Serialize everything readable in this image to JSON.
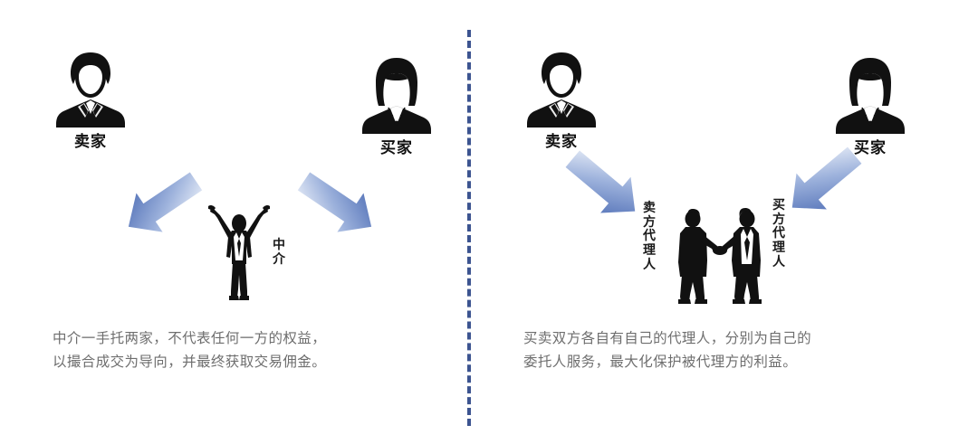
{
  "diagram": {
    "divider": {
      "style": "dashed-vertical",
      "color": "#3c5490"
    },
    "panels": [
      {
        "id": "left",
        "name": "intermediary-model",
        "seller": {
          "label": "卖家",
          "icon": "male-person-icon"
        },
        "buyer": {
          "label": "买家",
          "icon": "female-person-icon"
        },
        "center_figure": {
          "icon": "person-arms-raised-icon",
          "label": "中介",
          "label_chars": [
            "中",
            "介"
          ]
        },
        "arrows": [
          {
            "name": "arrow-to-seller",
            "direction": "up-left",
            "color_from": "#e9eef8",
            "color_to": "#4a6cb5"
          },
          {
            "name": "arrow-to-buyer",
            "direction": "up-right",
            "color_from": "#e9eef8",
            "color_to": "#4a6cb5"
          }
        ],
        "caption": "中介一手托两家，不代表任何一方的权益，\n以撮合成交为导向，并最终获取交易佣金。"
      },
      {
        "id": "right",
        "name": "dual-agency-model",
        "seller": {
          "label": "卖家",
          "icon": "male-person-icon"
        },
        "buyer": {
          "label": "买家",
          "icon": "female-person-icon"
        },
        "center_figure": {
          "icon": "handshake-two-businessmen-icon",
          "left_label": "卖方代理人",
          "left_label_chars": [
            "卖",
            "方",
            "代",
            "理",
            "人"
          ],
          "right_label": "买方代理人",
          "right_label_chars": [
            "买",
            "方",
            "代",
            "理",
            "人"
          ]
        },
        "arrows": [
          {
            "name": "arrow-from-seller",
            "direction": "down-right",
            "color_from": "#e9eef8",
            "color_to": "#4a6cb5"
          },
          {
            "name": "arrow-from-buyer",
            "direction": "down-left",
            "color_from": "#e9eef8",
            "color_to": "#4a6cb5"
          }
        ],
        "caption": "买卖双方各自有自己的代理人，分别为自己的\n委托人服务，最大化保护被代理方的利益。"
      }
    ],
    "colors": {
      "arrow_dark": "#4a6cb5",
      "arrow_light": "#eef2fa",
      "divider": "#3c5490",
      "caption_text": "#6e6e6e",
      "label_text": "#111111",
      "figure_black": "#111111"
    }
  }
}
